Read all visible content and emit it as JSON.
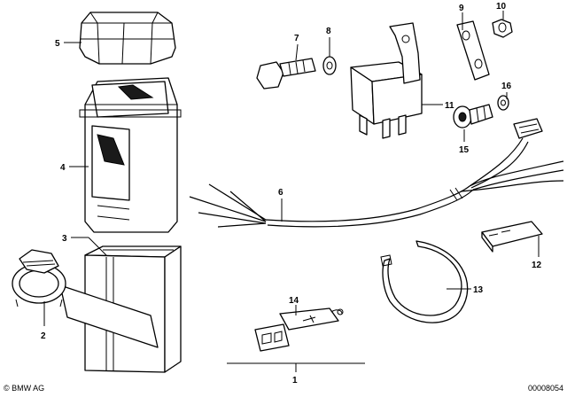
{
  "footer": {
    "copyright": "© BMW AG",
    "drawing_number": "00008054"
  },
  "callouts": [
    "1",
    "2",
    "3",
    "4",
    "5",
    "6",
    "7",
    "8",
    "9",
    "10",
    "11",
    "12",
    "13",
    "14",
    "15",
    "16"
  ]
}
